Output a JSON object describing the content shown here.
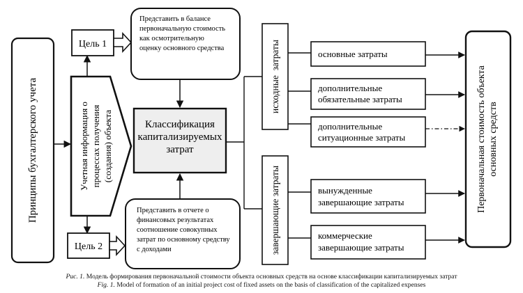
{
  "boxes": {
    "principles": "Принципы бухгалтерского учета",
    "goal1": "Цель 1",
    "goal2": "Цель 2",
    "info_lines": [
      "Учетная информация о",
      "процессах получения",
      "(создания) объекта"
    ],
    "balance_lines": [
      "Представить в балансе",
      "первоначальную стоимость",
      "как осмотрительную",
      "оценку основного средства"
    ],
    "report_lines": [
      "Представить в отчете о",
      "финансовых результатах",
      "соотношение совокупных",
      "затрат по основному средству",
      "с доходами"
    ],
    "classification_lines": [
      "Классификация",
      "капитализируемых",
      "затрат"
    ],
    "initial_costs": "исходные  затраты",
    "final_costs": "завершающие затраты",
    "result_lines": [
      "Первоначальная стоимость объекта",
      "основных средств"
    ]
  },
  "cost_items": [
    {
      "lines": [
        "основные затраты"
      ],
      "arrow": "solid"
    },
    {
      "lines": [
        "дополнительные",
        "обязательные затраты"
      ],
      "arrow": "solid"
    },
    {
      "lines": [
        "дополнительные",
        "ситуационные затраты"
      ],
      "arrow": "dashdot"
    },
    {
      "lines": [
        "вынужденные",
        "завершающие затраты"
      ],
      "arrow": "solid"
    },
    {
      "lines": [
        "коммерческие",
        "завершающие затраты"
      ],
      "arrow": "solid"
    }
  ],
  "caption": {
    "ru_label": "Рис. 1.",
    "ru_text": "Модель формирования первоначальной стоимости объекта основных средств на основе классификации капитализируемых затрат",
    "en_label": "Fig. 1.",
    "en_text": "Model of formation of an initial project cost of fixed assets on the basis of classification of the capitalized expenses"
  }
}
